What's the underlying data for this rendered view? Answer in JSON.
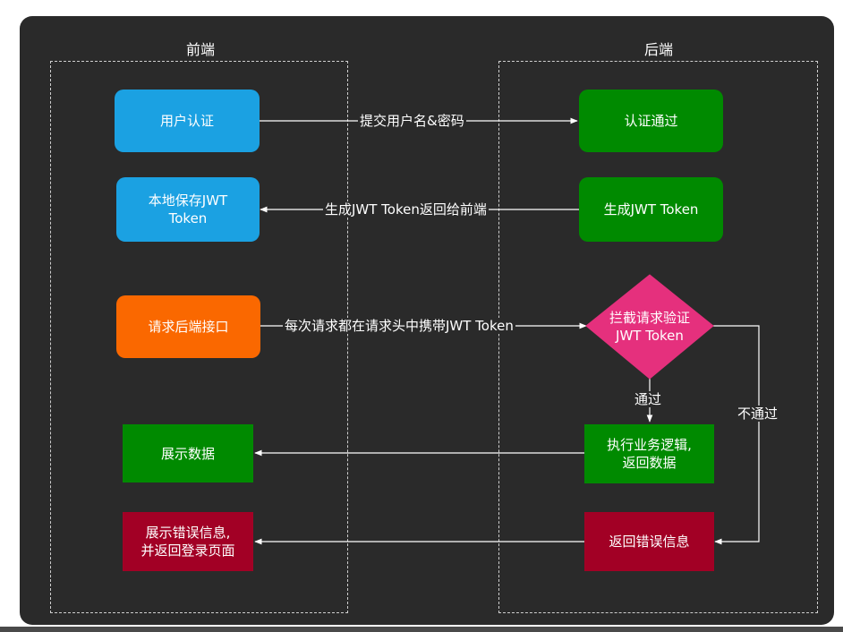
{
  "lanes": {
    "frontend": "前端",
    "backend": "后端"
  },
  "nodes": {
    "user_auth": "用户认证",
    "auth_pass": "认证通过",
    "store_token": "本地保存JWT\nToken",
    "gen_token": "生成JWT Token",
    "request_api": "请求后端接口",
    "intercept": "拦截请求验证\nJWT Token",
    "show_data": "展示数据",
    "exec_logic": "执行业务逻辑,\n返回数据",
    "show_error": "展示错误信息,\n并返回登录页面",
    "return_error": "返回错误信息"
  },
  "edges": {
    "submit": "提交用户名&密码",
    "return_token": "生成JWT Token返回给前端",
    "carry_token": "每次请求都在请求头中携带JWT Token",
    "pass": "通过",
    "fail": "不通过"
  },
  "colors": {
    "background": "#2a2a2a",
    "blue": "#1ba1e2",
    "green": "#008a00",
    "orange": "#fa6800",
    "pink": "#e5307d",
    "red": "#a20025",
    "line": "#ffffff"
  }
}
